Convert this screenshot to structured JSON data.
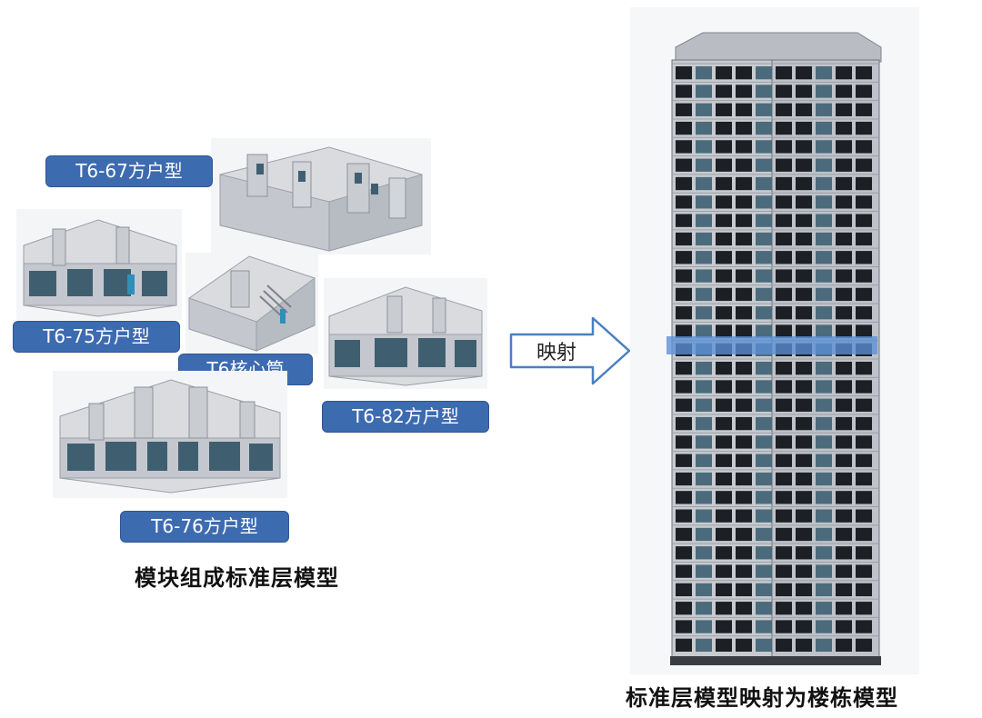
{
  "modules": {
    "t6_67": {
      "label": "T6-67方户型"
    },
    "t6_75": {
      "label": "T6-75方户型"
    },
    "core": {
      "label": "T6核心筒"
    },
    "t6_82": {
      "label": "T6-82方户型"
    },
    "t6_76": {
      "label": "T6-76方户型"
    }
  },
  "left_caption": "模块组成标准层模型",
  "arrow_label": "映射",
  "right_caption": "标准层模型映射为楼栋模型",
  "colors": {
    "tag_fill": "#3d6bb0",
    "highlight_band": "#5b8fd6",
    "wall": "#c9ccd1",
    "glass": "#3f5f70",
    "facade_dark": "#1c1f24"
  }
}
